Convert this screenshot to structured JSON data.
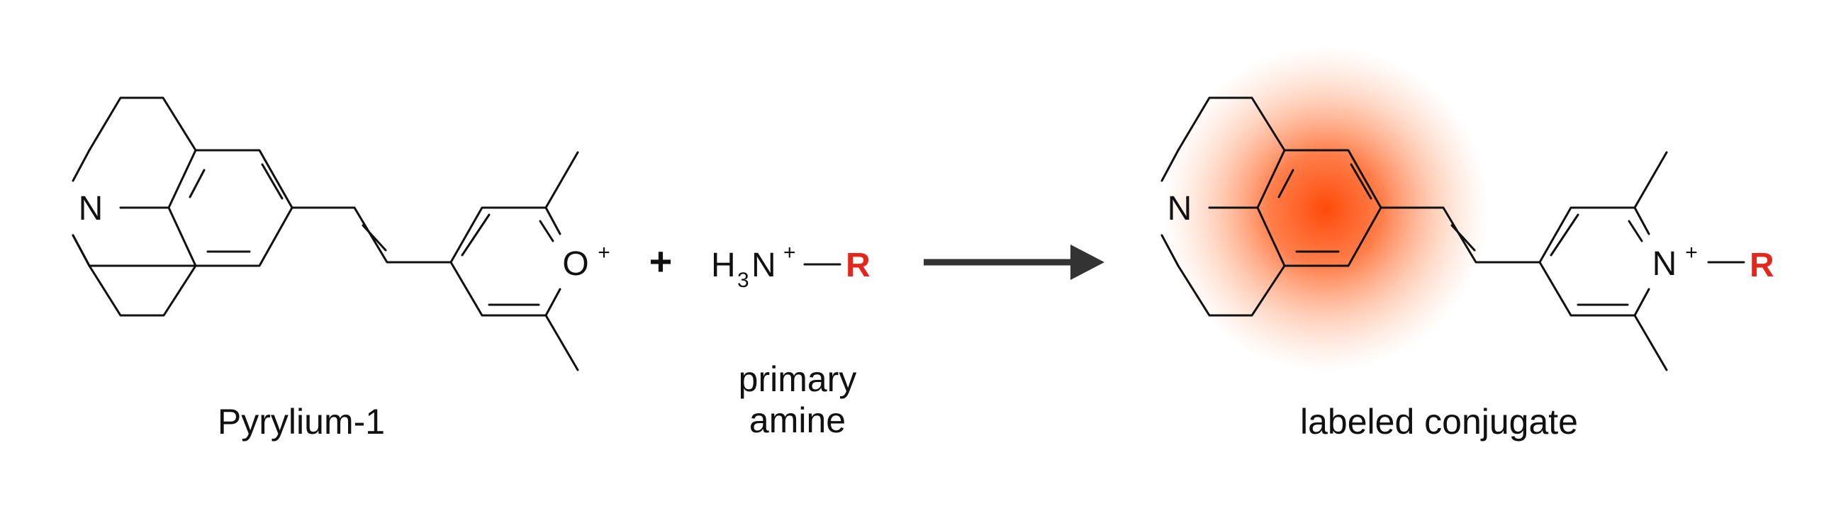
{
  "reactant": {
    "name": "Pyrylium-1",
    "ring_atom_N": "N",
    "ring_atom_O": "O",
    "O_charge": "+"
  },
  "plus_sign": "+",
  "amine": {
    "formula_H": "H",
    "formula_sub": "3",
    "formula_N": "N",
    "formula_charge": "+",
    "group": "R",
    "caption_line1": "primary",
    "caption_line2": "amine"
  },
  "product": {
    "name": "labeled conjugate",
    "ring_atom_N": "N",
    "pyridinium_N": "N",
    "N_charge": "+",
    "group": "R"
  },
  "colors": {
    "ink": "#111111",
    "r_group": "#e5261c",
    "glow": "#ff4a0a"
  }
}
